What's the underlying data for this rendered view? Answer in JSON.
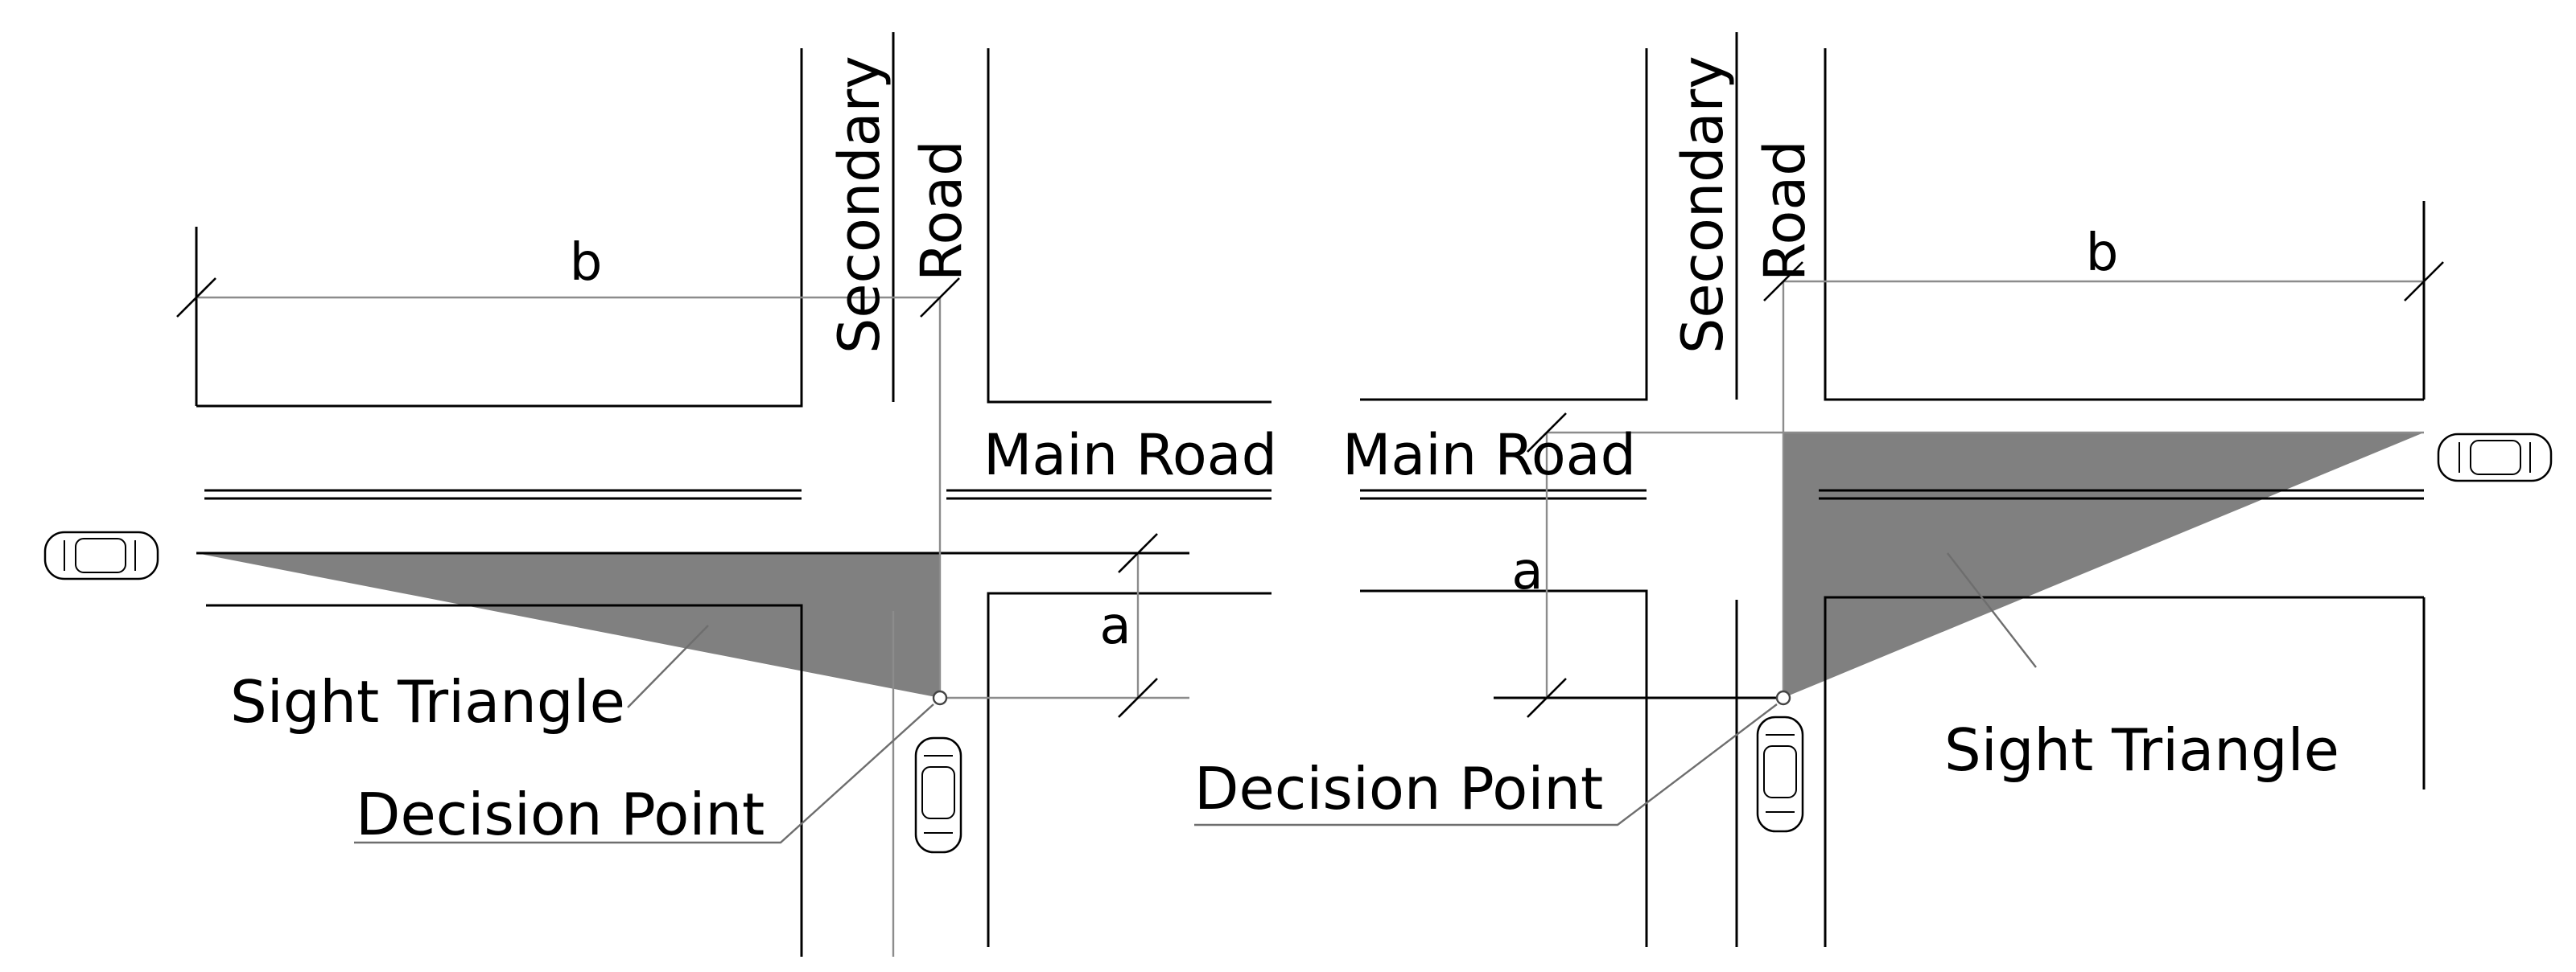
{
  "left_panel": {
    "secondary_road_label_1": "Secondary",
    "secondary_road_label_2": "Road",
    "main_road_label": "Main Road",
    "dimension_b": "b",
    "dimension_a": "a",
    "sight_triangle_label": "Sight Triangle",
    "decision_point_label": "Decision Point"
  },
  "right_panel": {
    "secondary_road_label_1": "Secondary",
    "secondary_road_label_2": "Road",
    "main_road_label": "Main Road",
    "dimension_b": "b",
    "dimension_a": "a",
    "sight_triangle_label": "Sight Triangle",
    "decision_point_label": "Decision Point"
  },
  "colors": {
    "sight_triangle_fill": "#808080",
    "line": "#000000",
    "dimension_line": "#8c8c8c"
  }
}
